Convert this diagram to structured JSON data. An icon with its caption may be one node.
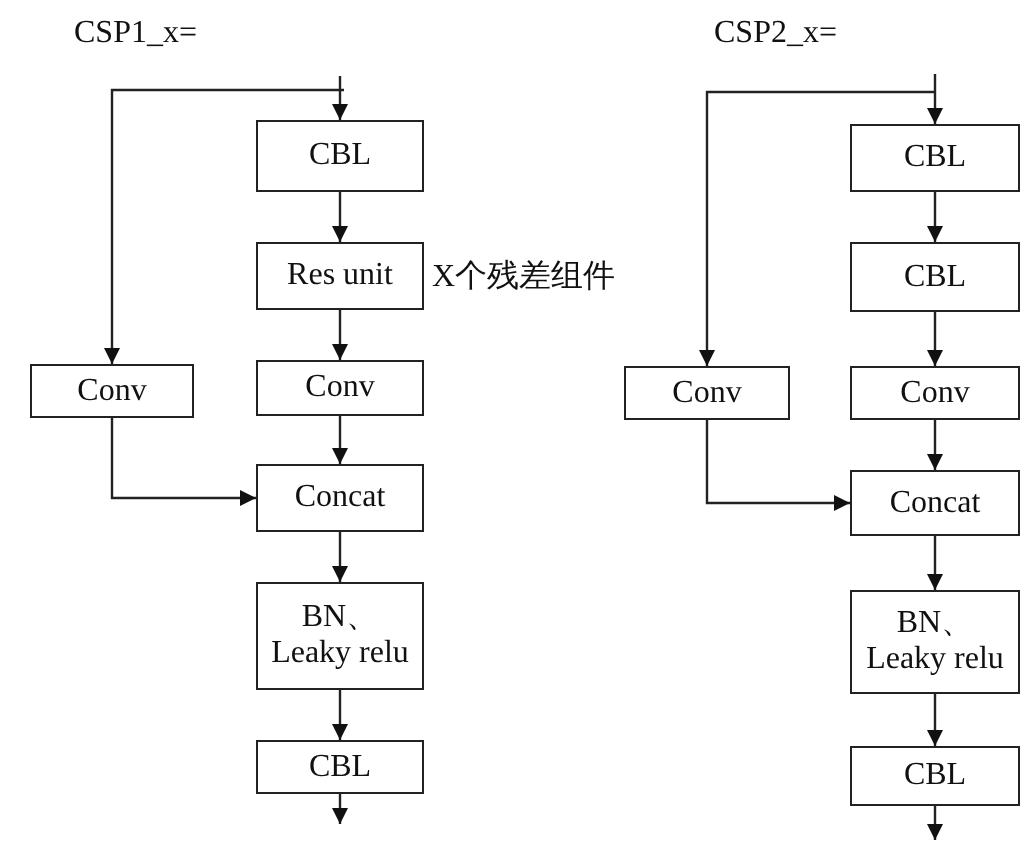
{
  "diagram": {
    "nodes": [
      {
        "text": [
          "CBL"
        ]
      },
      {
        "text": [
          "Res unit"
        ],
        "beside": [
          "X个残差组件"
        ]
      },
      {
        "text": [
          "Conv"
        ]
      },
      {
        "text": [
          "Conv"
        ]
      },
      {
        "text": [
          "Concat"
        ]
      },
      {
        "text": [
          "BN、 Leaky relu"
        ]
      },
      {
        "text": [
          "CBL"
        ]
      },
      {
        "text": [
          "CBL"
        ]
      },
      {
        "text": [
          "CBL"
        ]
      },
      {
        "text": [
          "Conv"
        ]
      },
      {
        "text": [
          "Conv"
        ]
      },
      {
        "text": [
          "Concat"
        ]
      },
      {
        "text": [
          "BN、 Leaky relu"
        ]
      },
      {
        "text": [
          "CBL"
        ]
      }
    ],
    "edges": [
      {
        "from": null,
        "to": 0,
        "arrow": "to"
      },
      {
        "from": null,
        "to": 3,
        "arrow": "to"
      },
      {
        "from": 0,
        "to": 1,
        "arrow": "to"
      },
      {
        "from": 1,
        "to": 2,
        "arrow": "to"
      },
      {
        "from": 2,
        "to": 4,
        "arrow": "to"
      },
      {
        "from": 3,
        "to": 4,
        "arrow": "to"
      },
      {
        "from": 4,
        "to": 5,
        "arrow": "to"
      },
      {
        "from": 5,
        "to": 6,
        "arrow": "to"
      },
      {
        "from": 6,
        "to": null,
        "arrow": "to"
      },
      {
        "from": null,
        "to": 7,
        "arrow": "to"
      },
      {
        "from": null,
        "to": 10,
        "arrow": "to"
      },
      {
        "from": 7,
        "to": 8,
        "arrow": "to"
      },
      {
        "from": 8,
        "to": 9,
        "arrow": "to"
      },
      {
        "from": 9,
        "to": 11,
        "arrow": "to"
      },
      {
        "from": 10,
        "to": 11,
        "arrow": "to"
      },
      {
        "from": 11,
        "to": 12,
        "arrow": "to"
      },
      {
        "from": 12,
        "to": 13,
        "arrow": "to"
      },
      {
        "from": 13,
        "to": null,
        "arrow": "to"
      }
    ],
    "labels": [
      "CSP1_x=",
      "CSP2_x="
    ]
  }
}
